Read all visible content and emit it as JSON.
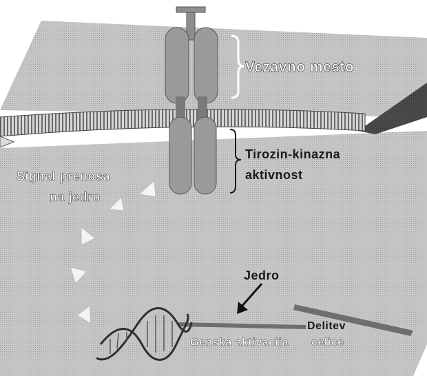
{
  "labels": {
    "binding_site": "Vezavno mesto",
    "tyrosine_kinase_line1": "Tirozin-kinazna",
    "tyrosine_kinase_line2": "aktivnost",
    "signal_line1": "Signal prenosa",
    "signal_line2": "na jedro",
    "nucleus": "Jedro",
    "gene_activation": "Genska aktivacija",
    "cell_division_line1": "Delitev",
    "cell_division_line2": "celice"
  },
  "colors": {
    "background": "#ffffff",
    "plane_top": "#c9c9c9",
    "plane_side": "#4a4a4a",
    "cytoplasm": "#c4c4c4",
    "receptor": "#9a9a9a",
    "membrane": "#8a8a8a",
    "arrowheads": "#f4f4f4",
    "dna_strand": "#2e2e2e",
    "text_dark": "#1a1a1a",
    "text_light": "#ffffff"
  },
  "icons": {
    "signal_arrows": "triangle-arrowhead-icon",
    "nucleus_pointer": "arrow-icon"
  }
}
